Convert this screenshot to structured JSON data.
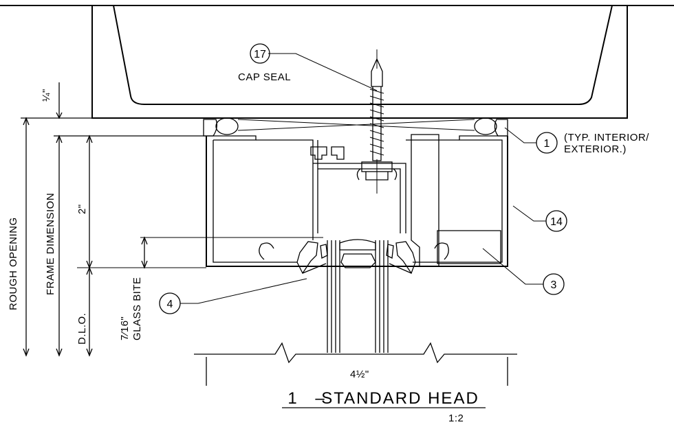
{
  "title": {
    "number": "1",
    "dash": "–",
    "name": "STANDARD HEAD",
    "scale": "1:2"
  },
  "callouts": [
    {
      "id": "17",
      "text": "CAP SEAL"
    },
    {
      "id": "1",
      "text_line1": "(TYP. INTERIOR/",
      "text_line2": "EXTERIOR.)"
    },
    {
      "id": "14"
    },
    {
      "id": "3"
    },
    {
      "id": "4"
    }
  ],
  "dimensions": {
    "shim_gap": "¼\"",
    "rough_opening": "ROUGH OPENING",
    "frame_dimension": "FRAME DIMENSION",
    "frame_depth": "2\"",
    "dlo": "D.L.O.",
    "glass_bite_value": "7⁄16\"",
    "glass_bite_label": "GLASS BITE",
    "frame_width": "4½\""
  },
  "colors": {
    "line": "#000000",
    "background": "#ffffff"
  }
}
